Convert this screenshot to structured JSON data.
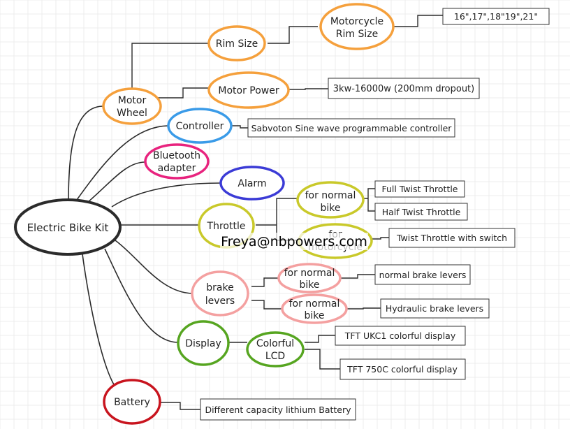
{
  "root": "Electric Bike Kit",
  "nodes": {
    "motor_wheel": [
      "Motor",
      "Wheel"
    ],
    "rim_size": "Rim Size",
    "motorcycle_rim_size": [
      "Motorcycle",
      "Rim Size"
    ],
    "motor_power": "Motor Power",
    "controller": "Controller",
    "bluetooth": [
      "Bluetooth",
      "adapter"
    ],
    "alarm": "Alarm",
    "throttle": "Throttle",
    "throttle_normal": [
      "for normal",
      "bike"
    ],
    "throttle_motorcycle": [
      "for",
      "motorcycle"
    ],
    "brake_levers": [
      "brake",
      "levers"
    ],
    "brake_normal_1": [
      "for normal",
      "bike"
    ],
    "brake_normal_2": [
      "for normal",
      "bike"
    ],
    "display": "Display",
    "colorful_lcd": [
      "Colorful",
      "LCD"
    ],
    "battery": "Battery"
  },
  "boxes": {
    "rim_sizes": "16\",17\",18\"19\",21\"",
    "motor_power": "3kw-16000w (200mm dropout)",
    "controller": "Sabvoton Sine wave programmable controller",
    "full_twist": "Full Twist Throttle",
    "half_twist": "Half Twist Throttle",
    "twist_switch": "Twist Throttle with switch",
    "normal_brake": "normal brake levers",
    "hydraulic_brake": "Hydraulic brake levers",
    "tft_ukc1": "TFT UKC1 colorful display",
    "tft_750c": "TFT 750C colorful display",
    "battery": "Different capacity lithium Battery"
  },
  "watermark": "Freya@nbpowers.com",
  "colors": {
    "root": "#2b2b2b",
    "orange": "#f5a03c",
    "blue": "#3a9be8",
    "magenta": "#e8237e",
    "indigo": "#3b3bd6",
    "olive": "#c9c92a",
    "pink": "#f4a0a0",
    "green": "#56a520",
    "red": "#c8141e"
  }
}
